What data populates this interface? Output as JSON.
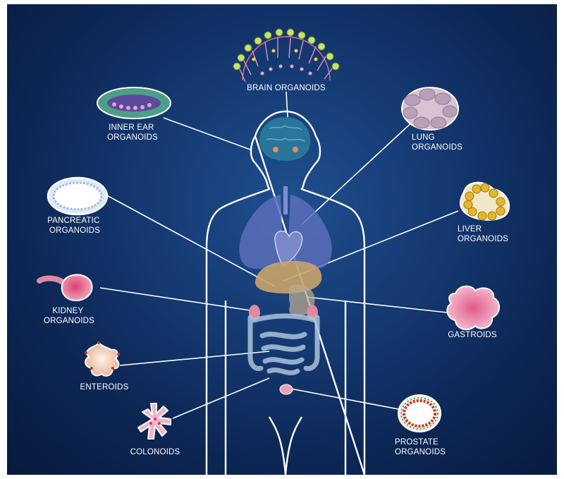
{
  "labels": {
    "brain": [
      "BRAIN ORGANOIDS"
    ],
    "inner_ear": [
      "INNER EAR",
      "ORGANOIDS"
    ],
    "lung": [
      "LUNG",
      "ORGANOIDS"
    ],
    "pancreatic": [
      "PANCREATIC",
      "ORGANOIDS"
    ],
    "liver": [
      "LIVER",
      "ORGANOIDS"
    ],
    "kidney": [
      "KIDNEY",
      "ORGANOIDS"
    ],
    "gastroids": [
      "GASTROIDS"
    ],
    "enteroids": [
      "ENTEROIDS"
    ],
    "colonoids": [
      "COLONOIDS"
    ],
    "prostate": [
      "PROSTATE",
      "ORGANOIDS"
    ]
  },
  "colors": {
    "background": "#0c2552",
    "body_outline": "#ffffff",
    "connector": "#ffffff",
    "lungs": "#5b6fb8",
    "liver": "#c9a46a",
    "kidney": "#e08aa0",
    "intestine": "#a9c4dc",
    "brain": "#2d7f9f"
  }
}
